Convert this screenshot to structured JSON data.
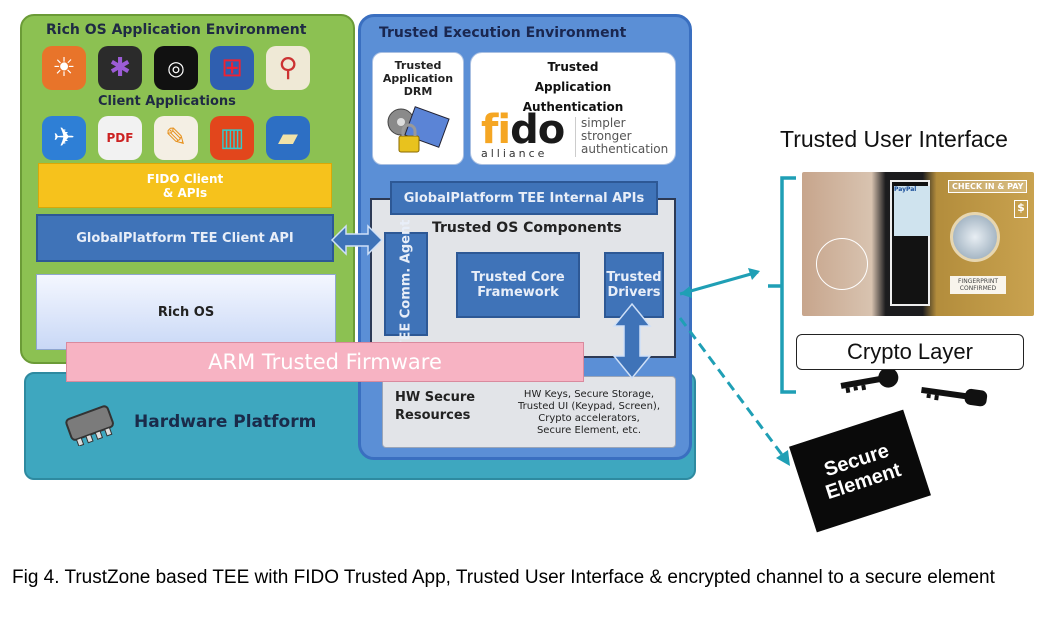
{
  "rich_os_env": {
    "title": "Rich OS Application Environment",
    "client_apps_label": "Client Applications",
    "app_icons_row1": [
      "settings-sun-icon",
      "wireless-icon",
      "nfc-icon",
      "chart-icon",
      "maps-icon"
    ],
    "app_icons_row2": [
      "airplane-icon",
      "pdf-icon",
      "pen-icon",
      "books-icon",
      "folder-icon"
    ],
    "fido_client_line1": "FIDO Client",
    "fido_client_line2": "& APIs",
    "gp_client_api": "GlobalPlatform TEE Client API",
    "rich_os": "Rich OS"
  },
  "arm_firmware": "ARM Trusted Firmware",
  "hardware_platform": "Hardware Platform",
  "tee": {
    "title": "Trusted Execution Environment",
    "ta_drm": {
      "line1": "Trusted",
      "line2": "Application",
      "line3": "DRM"
    },
    "ta_auth": {
      "line1": "Trusted",
      "line2": "Application",
      "line3": "Authentication"
    },
    "fido_logo": {
      "word": "fido",
      "tm": "™",
      "sub": "alliance",
      "tagline1": "simpler",
      "tagline2": "stronger",
      "tagline3": "authentication"
    },
    "gp_internal_apis": "GlobalPlatform TEE Internal APIs",
    "trusted_os_components": "Trusted OS Components",
    "tee_comm_agent": "TEE Comm. Agent",
    "trusted_core_framework": "Trusted Core Framework",
    "trusted_drivers": "Trusted Drivers",
    "hw_secure_resources": "HW Secure Resources",
    "hw_secure_details": [
      "HW Keys, Secure Storage,",
      "Trusted UI (Keypad, Screen),",
      "Crypto accelerators,",
      "Secure Element, etc."
    ]
  },
  "tui": {
    "title": "Trusted User Interface",
    "image_text_checkin": "CHECK IN & PAY",
    "image_text_fingerprint": "FINGERPRINT CONFIRMED",
    "image_text_paypal": "PayPal",
    "crypto_layer": "Crypto Layer"
  },
  "secure_element": {
    "line1": "Secure",
    "line2": "Element"
  },
  "caption": "Fig 4.  TrustZone based TEE with FIDO Trusted App, Trusted User Interface & encrypted channel to a secure element",
  "colors": {
    "green": "#8cc152",
    "tee_blue": "#5b8fd6",
    "box_blue": "#3f73b8",
    "hw_teal": "#3ea7bf",
    "fido_yellow": "#f6c21c",
    "arm_pink": "#f7b3c3",
    "arrow_teal": "#1f9fb5",
    "fido_orange": "#f5a623"
  }
}
